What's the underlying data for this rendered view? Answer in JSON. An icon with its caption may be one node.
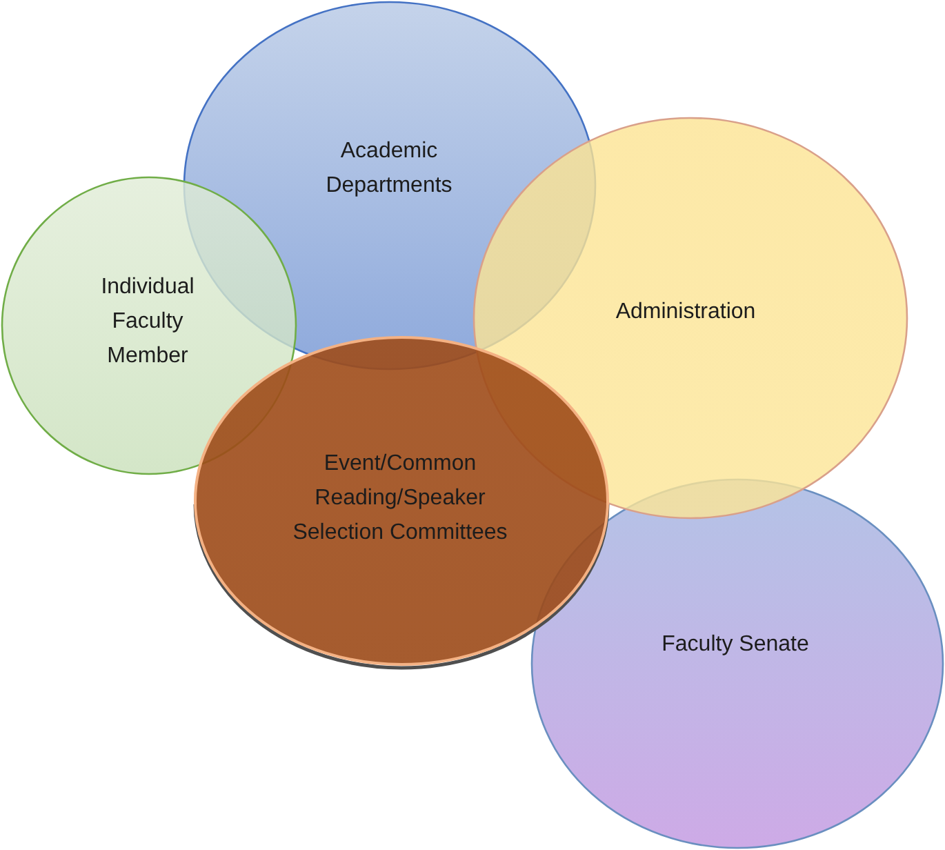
{
  "diagram": {
    "nodes": [
      {
        "text": [
          "Academic Departments"
        ]
      },
      {
        "text": [
          "Individual Faculty Member"
        ]
      },
      {
        "text": [
          "Administration"
        ]
      },
      {
        "text": [
          "Event/Common Reading/Speaker Selection Committees"
        ]
      },
      {
        "text": [
          "Faculty Senate"
        ]
      }
    ]
  }
}
